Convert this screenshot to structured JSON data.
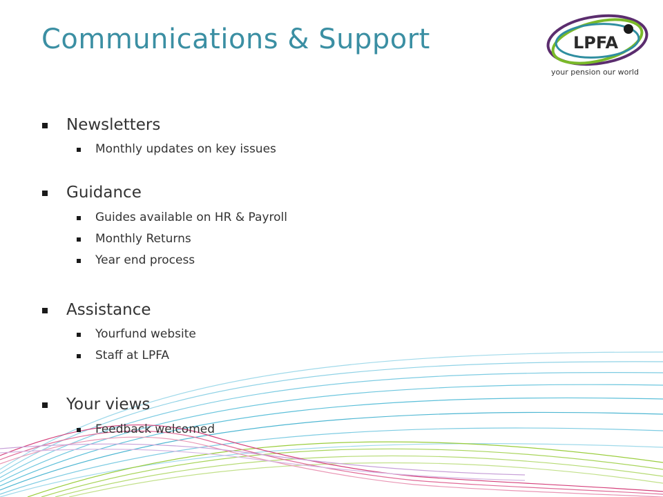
{
  "slide": {
    "title": "Communications & Support",
    "logo": {
      "text": "LPFA",
      "tagline": "your pension our world"
    },
    "sections": [
      {
        "heading": "Newsletters",
        "items": [
          "Monthly updates on key issues"
        ]
      },
      {
        "heading": "Guidance",
        "items": [
          "Guides available on HR & Payroll",
          "Monthly Returns",
          "Year end process"
        ]
      },
      {
        "heading": "Assistance",
        "items": [
          "Yourfund website",
          "Staff at LPFA"
        ]
      },
      {
        "heading": "Your views",
        "items": [
          "Feedback welcomed"
        ]
      }
    ]
  },
  "colors": {
    "title": "#3b8fa3",
    "logo_purple": "#5b2d6e",
    "logo_green": "#7ab929",
    "logo_teal": "#2f8ea0",
    "wave_cyan": "#6cc6de",
    "wave_green": "#9acd3c",
    "wave_pink": "#d43f7a"
  }
}
